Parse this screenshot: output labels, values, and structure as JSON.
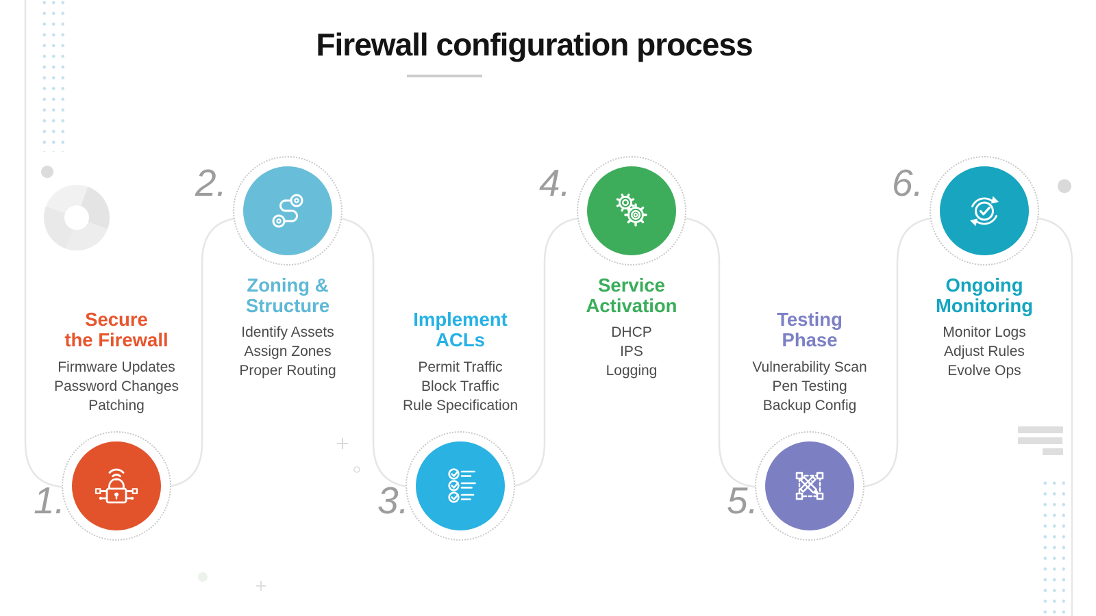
{
  "title": "Firewall configuration process",
  "steps": [
    {
      "number": "1.",
      "heading_lines": [
        "Secure",
        "the Firewall"
      ],
      "items": [
        "Firmware Updates",
        "Password Changes",
        "Patching"
      ],
      "accent": "#E8552D",
      "circle_color": "#E2532B",
      "icon": "smart-lock-icon",
      "placement": "bottom"
    },
    {
      "number": "2.",
      "heading_lines": [
        "Zoning &",
        "Structure"
      ],
      "items": [
        "Identify Assets",
        "Assign Zones",
        "Proper Routing"
      ],
      "accent": "#5EB8D6",
      "circle_color": "#68BED9",
      "icon": "route-icon",
      "placement": "top"
    },
    {
      "number": "3.",
      "heading_lines": [
        "Implement",
        "ACLs"
      ],
      "items": [
        "Permit Traffic",
        "Block Traffic",
        "Rule Specification"
      ],
      "accent": "#25B1E5",
      "circle_color": "#29B2E2",
      "icon": "checklist-icon",
      "placement": "bottom"
    },
    {
      "number": "4.",
      "heading_lines": [
        "Service",
        "Activation"
      ],
      "items": [
        "DHCP",
        "IPS",
        "Logging"
      ],
      "accent": "#3AAD5A",
      "circle_color": "#3EAD5B",
      "icon": "gears-icon",
      "placement": "top"
    },
    {
      "number": "5.",
      "heading_lines": [
        "Testing",
        "Phase"
      ],
      "items": [
        "Vulnerability Scan",
        "Pen Testing",
        "Backup Config"
      ],
      "accent": "#7C80C5",
      "circle_color": "#7C80C3",
      "icon": "design-plan-icon",
      "placement": "bottom"
    },
    {
      "number": "6.",
      "heading_lines": [
        "Ongoing",
        "Monitoring"
      ],
      "items": [
        "Monitor Logs",
        "Adjust Rules",
        "Evolve Ops"
      ],
      "accent": "#14A5C0",
      "circle_color": "#17A5BF",
      "icon": "refresh-check-icon",
      "placement": "top"
    }
  ],
  "colors": {
    "connector": "#e6e6e6",
    "number_text": "#9d9d9d",
    "body_text": "#4b4b4b",
    "title_text": "#141414",
    "title_underline": "#cccccc",
    "dot_grid": "#c5e1ee",
    "decor_gray": "#dcdcdc"
  }
}
